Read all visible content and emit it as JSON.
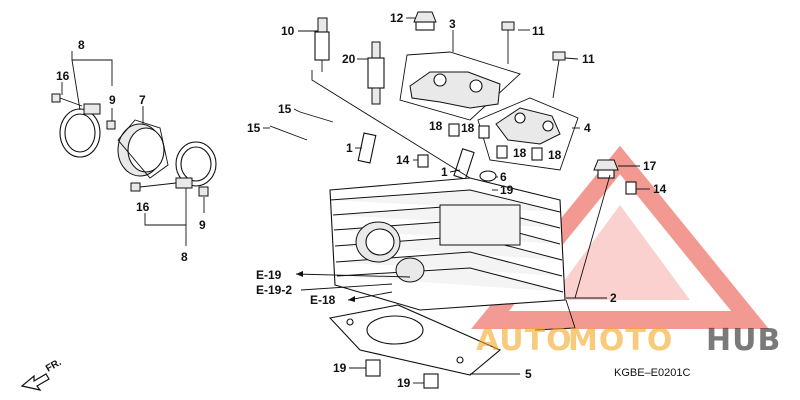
{
  "callouts": [
    {
      "text": "8"
    },
    {
      "text": "16"
    },
    {
      "text": "9"
    },
    {
      "text": "7"
    },
    {
      "text": "16"
    },
    {
      "text": "9"
    },
    {
      "text": "8"
    },
    {
      "text": "10"
    },
    {
      "text": "12"
    },
    {
      "text": "3"
    },
    {
      "text": "11"
    },
    {
      "text": "20"
    },
    {
      "text": "11"
    },
    {
      "text": "15"
    },
    {
      "text": "15"
    },
    {
      "text": "18"
    },
    {
      "text": "18"
    },
    {
      "text": "4"
    },
    {
      "text": "18"
    },
    {
      "text": "18"
    },
    {
      "text": "1"
    },
    {
      "text": "14"
    },
    {
      "text": "1"
    },
    {
      "text": "6"
    },
    {
      "text": "19"
    },
    {
      "text": "17"
    },
    {
      "text": "14"
    },
    {
      "text": "2"
    },
    {
      "text": "5"
    },
    {
      "text": "19"
    },
    {
      "text": "19"
    }
  ],
  "refs": {
    "e19": "E-19",
    "e192": "E-19-2",
    "e18": "E-18"
  },
  "front_arrow": "FR.",
  "diagram_code": "KGBE–E0201C",
  "watermark": {
    "auto": "AUTO",
    "moto": "MOTO",
    "hub": "HUB",
    "orange": "#f4a623",
    "red": "#e8473a",
    "gray": "#333333"
  }
}
